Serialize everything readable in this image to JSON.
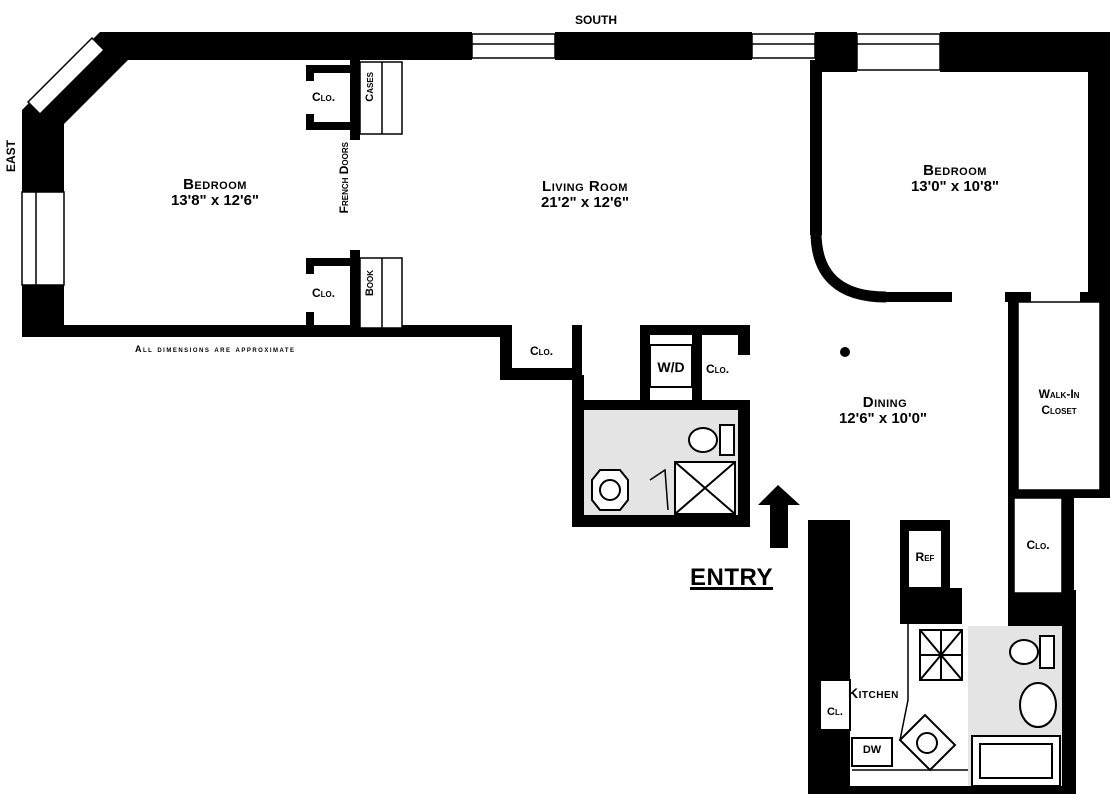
{
  "compass": {
    "south": "SOUTH",
    "east": "EAST"
  },
  "rooms": {
    "bedroom_left": {
      "name": "Bedroom",
      "dims": "13'8\" x 12'6\""
    },
    "living_room": {
      "name": "Living Room",
      "dims": "21'2\" x 12'6\""
    },
    "bedroom_right": {
      "name": "Bedroom",
      "dims": "13'0\" x 10'8\""
    },
    "dining": {
      "name": "Dining",
      "dims": "12'6\" x 10'0\""
    },
    "kitchen": {
      "name": "Kitchen"
    },
    "walk_in_closet": {
      "line1": "Walk-In",
      "line2": "Closet"
    }
  },
  "fixtures": {
    "clo_top": "Clo.",
    "clo_bottom": "Clo.",
    "cases": "Cases",
    "book": "Book",
    "french_doors": "French Doors",
    "clo_hall": "Clo.",
    "wd": "W/D",
    "clo_wd": "Clo.",
    "ref": "Ref",
    "clo_right": "Clo.",
    "cl_kitchen": "Cl.",
    "dw": "DW"
  },
  "note": "All dimensions are approximate",
  "entry": "ENTRY"
}
